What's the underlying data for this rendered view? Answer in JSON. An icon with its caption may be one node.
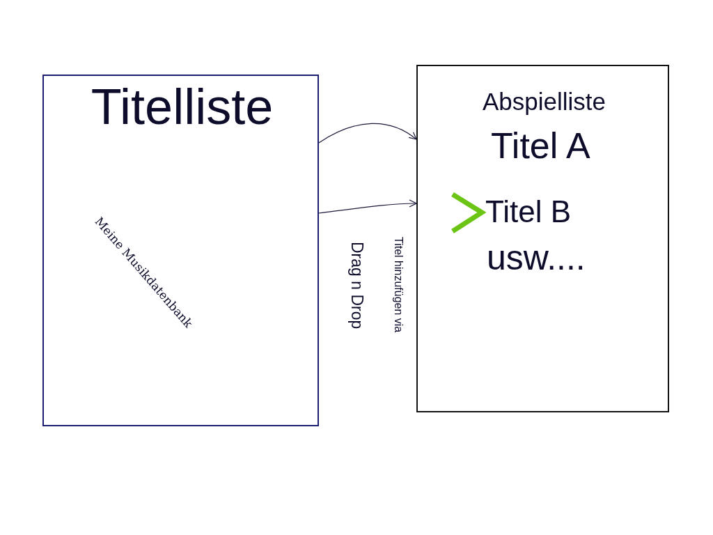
{
  "diagram": {
    "nodes": [
      {
        "text": [
          "Titelliste",
          "Meine Musikdatenbank"
        ]
      },
      {
        "text": [
          "Abspielliste",
          "Titel A",
          "Titel B",
          "usw...."
        ]
      }
    ],
    "edges": [
      {
        "from": 0,
        "to": 1,
        "arrow": "to"
      },
      {
        "from": 0,
        "to": 1,
        "arrow": "to"
      }
    ],
    "labels": [
      "Titel hinzufügen via",
      "Drag n Drop"
    ]
  }
}
